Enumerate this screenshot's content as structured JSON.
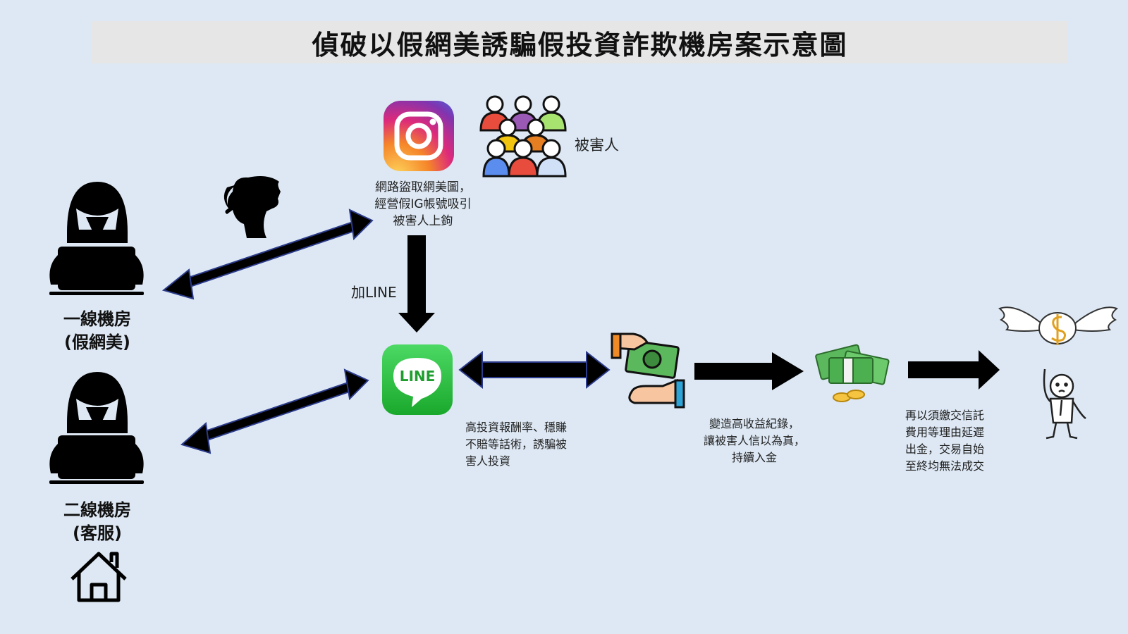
{
  "title": "偵破以假網美誘騙假投資詐欺機房案示意圖",
  "roles": {
    "first_line": "一線機房\n(假網美)",
    "second_line": "二線機房\n(客服)"
  },
  "victims_label": "被害人",
  "ig_caption": "網路盜取網美圖，\n經營假IG帳號吸引\n被害人上鉤",
  "add_line_label": "加LINE",
  "line_logo_text": "LINE",
  "steps": {
    "lure": "高投資報酬率、穩賺\n不賠等話術，誘騙被\n害人投資",
    "fake_records": "變造高收益紀錄，\n讓被害人信以為真，\n持續入金",
    "no_withdraw": "再以須繳交信託\n費用等理由延遲\n出金，交易自始\n至終均無法成交"
  },
  "colors": {
    "background": "#dde8f4",
    "title_bar": "#e6e6e6",
    "arrow": "#000000",
    "arrow_outline": "#2b3a8a",
    "line_green": "#2dc23a",
    "money_green": "#5cb85c"
  }
}
